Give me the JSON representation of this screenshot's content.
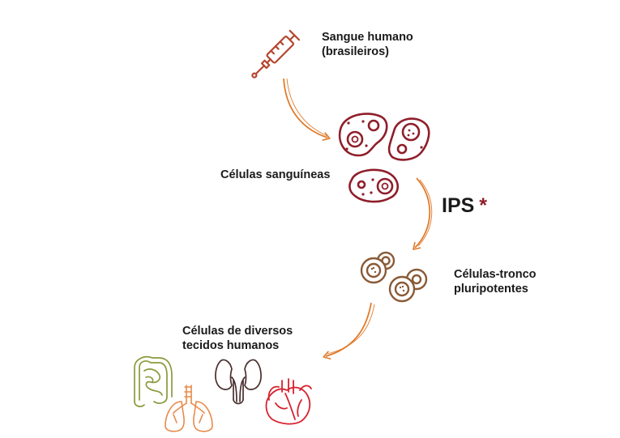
{
  "labels": {
    "blood": [
      "Sangue humano",
      "(brasileiros)"
    ],
    "blood_cells": "Células sanguíneas",
    "ips": "IPS",
    "ips_mark": "*",
    "stem_cells": [
      "Células-tronco",
      "pluripotentes"
    ],
    "tissues": [
      "Células de diversos",
      "tecidos humanos"
    ]
  },
  "icons": [
    "syringe-icon",
    "blood-cell-icon",
    "stem-cell-icon",
    "intestine-icon",
    "lungs-icon",
    "kidneys-icon",
    "heart-icon"
  ],
  "colors": {
    "arrow": "#e07b2c",
    "syringe": "#b5452e",
    "blood_cell": "#8f1e2a",
    "stem_cell": "#8a5a36",
    "intestine": "#8a9a3c",
    "lungs": "#e88a4a",
    "kidneys": "#4a2f2f",
    "heart": "#d6222e",
    "asterisk": "#8f1e2a"
  }
}
